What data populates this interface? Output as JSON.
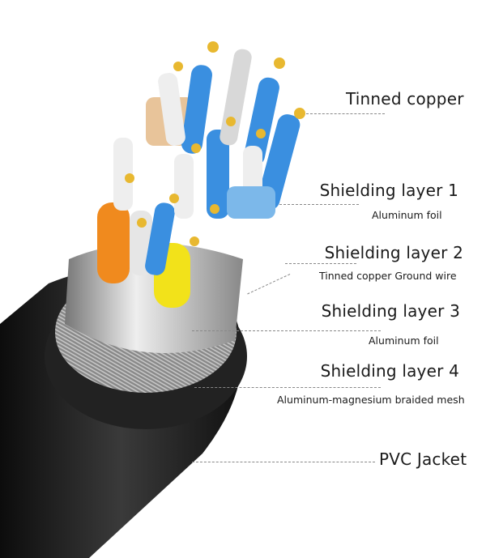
{
  "labels": [
    {
      "title": "Tinned copper",
      "subtitle": null
    },
    {
      "title": "Shielding layer 1",
      "subtitle": "Aluminum foil"
    },
    {
      "title": "Shielding layer 2",
      "subtitle": "Tinned copper Ground wire"
    },
    {
      "title": "Shielding layer 3",
      "subtitle": "Aluminum foil"
    },
    {
      "title": "Shielding layer 4",
      "subtitle": "Aluminum-magnesium braided mesh"
    },
    {
      "title": "PVC Jacket",
      "subtitle": null
    }
  ],
  "colors": {
    "jacket": "#1c1c1c",
    "blue": "#3a8fe0",
    "orange": "#f08a1e",
    "yellow": "#f2e21a",
    "copper": "#e8b830"
  }
}
